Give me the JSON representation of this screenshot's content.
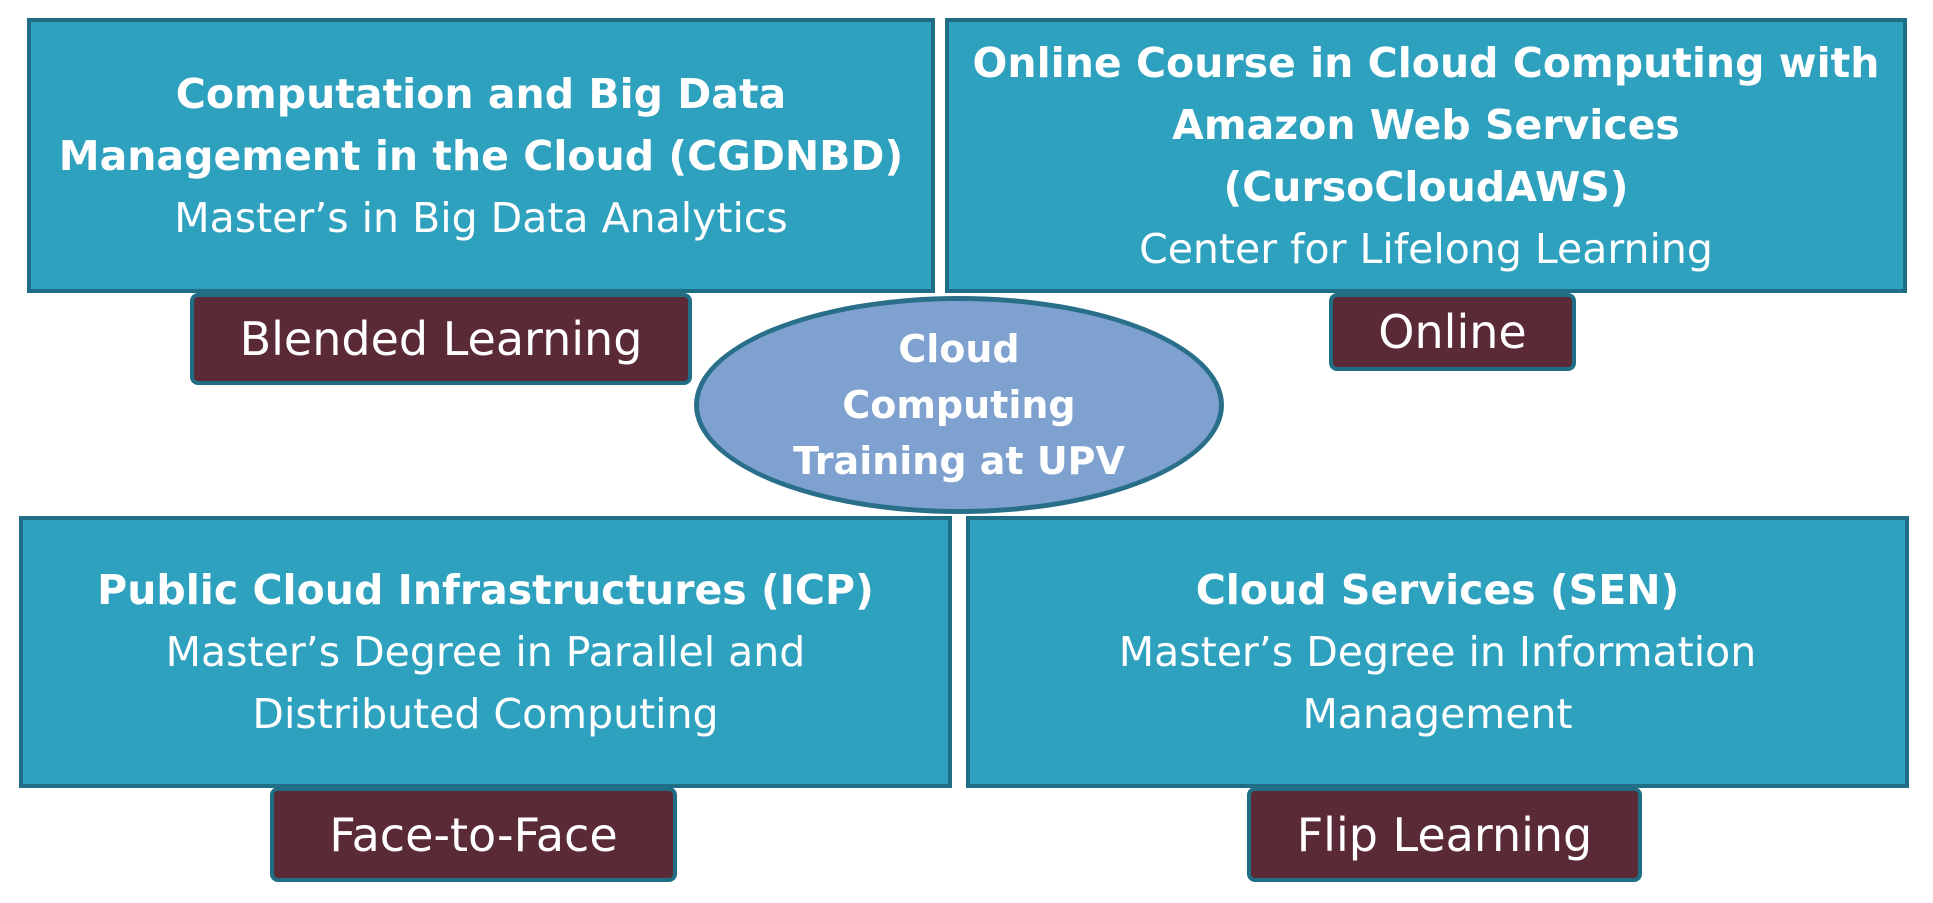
{
  "center": {
    "line1": "Cloud",
    "line2": "Computing",
    "line3": "Training at UPV"
  },
  "courses": {
    "top_left": {
      "title_line1": "Computation and Big Data",
      "title_line2": "Management in the Cloud (CGDNBD)",
      "subtitle_line1": "Master’s in Big Data Analytics",
      "tag": "Blended Learning"
    },
    "top_right": {
      "title_line1": "Online Course in Cloud Computing with",
      "title_line2": "Amazon Web Services",
      "title_line3": "(CursoCloudAWS)",
      "subtitle_line1": "Center for Lifelong Learning",
      "tag": "Online"
    },
    "bottom_left": {
      "title_line1": "Public Cloud Infrastructures (ICP)",
      "subtitle_line1": "Master’s Degree in Parallel and",
      "subtitle_line2": "Distributed Computing",
      "tag": "Face-to-Face"
    },
    "bottom_right": {
      "title_line1": "Cloud Services (SEN)",
      "subtitle_line1": "Master’s Degree in Information",
      "subtitle_line2": "Management",
      "tag": "Flip Learning"
    }
  },
  "colors": {
    "box_fill": "#2ea1bf",
    "box_border": "#1f6e86",
    "tag_fill": "#5a2a36",
    "ellipse_fill": "#7ea1cf"
  }
}
